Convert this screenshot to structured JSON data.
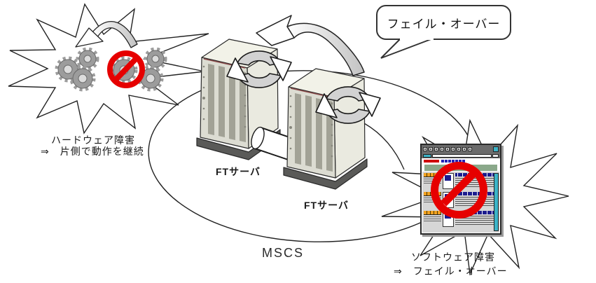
{
  "diagram": {
    "bubble_label": "フェイル・オーバー",
    "hardware_failure": {
      "title": "ハードウェア障害",
      "result": "⇒　片側で動作を継続"
    },
    "software_failure": {
      "title": "ソフトウェア障害",
      "result": "⇒　フェイル・オーバー"
    },
    "servers": {
      "left_label": "FTサーバ",
      "right_label": "FTサーバ"
    },
    "cluster_label": "MSCS",
    "icons": {
      "hardware": "gear-cluster-icon",
      "failure": "prohibition-icon",
      "sync": "rotation-arrows-icon",
      "failover": "curved-arrow-icon",
      "software": "browser-window-icon",
      "link": "tube-connector"
    },
    "colors": {
      "prohibition_red": "#e60000",
      "gear_gray": "#9c9c9c",
      "arrow_gray": "#c2c2c2",
      "server_front": "#dcdcd2",
      "server_side": "#eaeae0",
      "server_top": "#f2f2e8",
      "server_slot": "#a2a296",
      "banner_green": "#8aa88a",
      "browser_teal": "#3cb4c8",
      "accent_orange": "#f0a020",
      "accent_navy": "#1c1c8e"
    }
  }
}
